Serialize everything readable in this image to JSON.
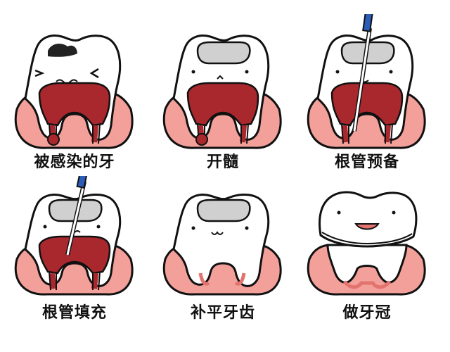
{
  "steps": [
    {
      "label": "被感染的牙"
    },
    {
      "label": "开髓"
    },
    {
      "label": "根管预备"
    },
    {
      "label": "根管填充"
    },
    {
      "label": "补平牙齿"
    },
    {
      "label": "做牙冠"
    }
  ],
  "colors": {
    "outline": "#111111",
    "pulp": "#a8282e",
    "gum": "#f4a09a",
    "gum_dark": "#e2736e",
    "filling": "#d0d0d0",
    "decay": "#222222",
    "instrument": "#2b5db8",
    "tooth": "#ffffff"
  }
}
